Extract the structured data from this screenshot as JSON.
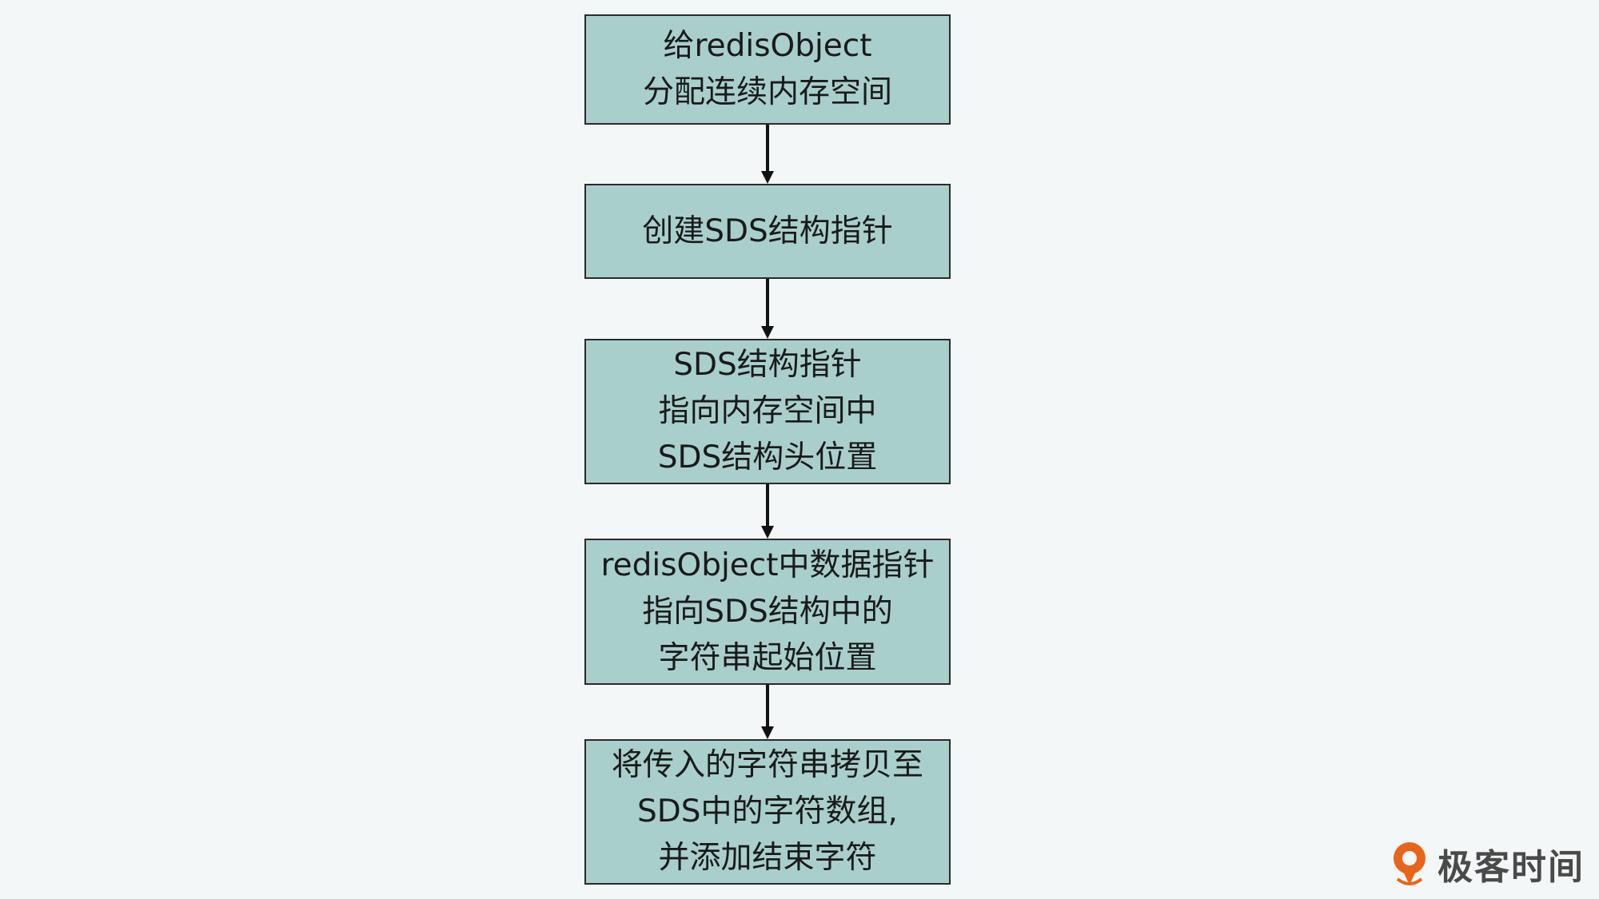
{
  "flow": {
    "steps": [
      {
        "lines": [
          "给redisObject",
          "分配连续内存空间"
        ]
      },
      {
        "lines": [
          "创建SDS结构指针"
        ]
      },
      {
        "lines": [
          "SDS结构指针",
          "指向内存空间中",
          "SDS结构头位置"
        ]
      },
      {
        "lines": [
          "redisObject中数据指针",
          "指向SDS结构中的",
          "字符串起始位置"
        ]
      },
      {
        "lines": [
          "将传入的字符串拷贝至",
          "SDS中的字符数组,",
          "并添加结束字符"
        ]
      }
    ]
  },
  "brand": {
    "name": "极客时间",
    "logo_icon": "geektime-logo-icon",
    "accent": "#e8641b"
  },
  "colors": {
    "node_fill": "#a9cfcc",
    "node_border": "#2a2a2a",
    "background": "#f4f7f8"
  }
}
